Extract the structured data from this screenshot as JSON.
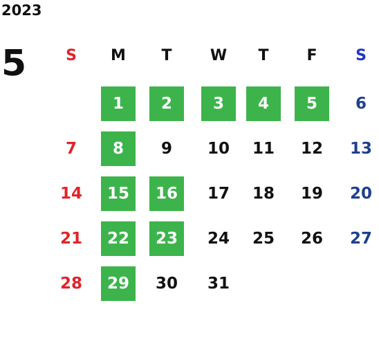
{
  "calendar": {
    "year": "2023",
    "month": "5",
    "weekdays": [
      "S",
      "M",
      "T",
      "W",
      "T",
      "F",
      "S"
    ],
    "weekday_colors": [
      "#e0232a",
      "#111111",
      "#111111",
      "#111111",
      "#111111",
      "#111111",
      "#1f37c9"
    ],
    "highlight_color": "#3cb44b",
    "colors": {
      "sunday": "#e0232a",
      "saturday": "#1f3f8f",
      "weekday": "#111111",
      "highlighted_text": "#ffffff"
    },
    "weeks": [
      [
        null,
        {
          "day": "1",
          "hl": true
        },
        {
          "day": "2",
          "hl": true
        },
        {
          "day": "3",
          "hl": true
        },
        {
          "day": "4",
          "hl": true
        },
        {
          "day": "5",
          "hl": true
        },
        {
          "day": "6",
          "hl": false
        }
      ],
      [
        {
          "day": "7",
          "hl": false
        },
        {
          "day": "8",
          "hl": true
        },
        {
          "day": "9",
          "hl": false
        },
        {
          "day": "10",
          "hl": false
        },
        {
          "day": "11",
          "hl": false
        },
        {
          "day": "12",
          "hl": false
        },
        {
          "day": "13",
          "hl": false
        }
      ],
      [
        {
          "day": "14",
          "hl": false
        },
        {
          "day": "15",
          "hl": true
        },
        {
          "day": "16",
          "hl": true
        },
        {
          "day": "17",
          "hl": false
        },
        {
          "day": "18",
          "hl": false
        },
        {
          "day": "19",
          "hl": false
        },
        {
          "day": "20",
          "hl": false
        }
      ],
      [
        {
          "day": "21",
          "hl": false
        },
        {
          "day": "22",
          "hl": true
        },
        {
          "day": "23",
          "hl": true
        },
        {
          "day": "24",
          "hl": false
        },
        {
          "day": "25",
          "hl": false
        },
        {
          "day": "26",
          "hl": false
        },
        {
          "day": "27",
          "hl": false
        }
      ],
      [
        {
          "day": "28",
          "hl": false
        },
        {
          "day": "29",
          "hl": true
        },
        {
          "day": "30",
          "hl": false
        },
        {
          "day": "31",
          "hl": false
        },
        null,
        null,
        null
      ]
    ]
  }
}
